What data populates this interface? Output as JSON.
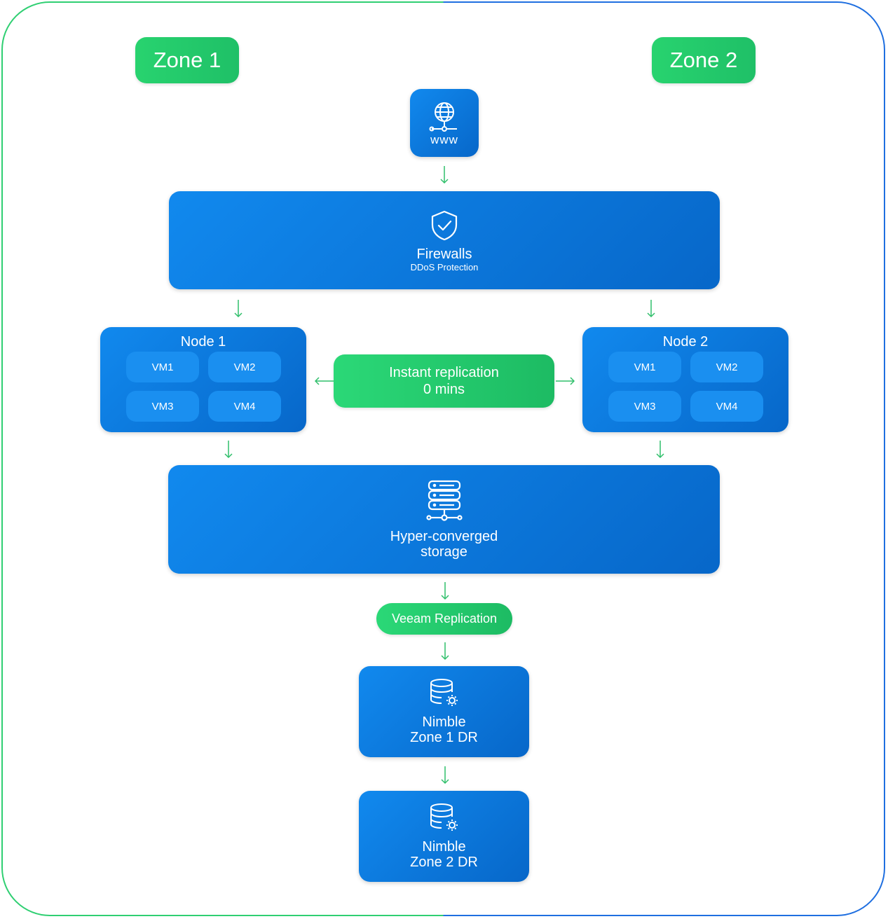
{
  "zones": {
    "zone1": "Zone 1",
    "zone2": "Zone 2"
  },
  "www": {
    "label": "www",
    "icon": "globe-network-icon"
  },
  "firewall": {
    "title": "Firewalls",
    "subtitle": "DDoS Protection",
    "icon": "shield-check-icon"
  },
  "node1": {
    "title": "Node 1",
    "vms": [
      "VM1",
      "VM2",
      "VM3",
      "VM4"
    ]
  },
  "node2": {
    "title": "Node 2",
    "vms": [
      "VM1",
      "VM2",
      "VM3",
      "VM4"
    ]
  },
  "replication": {
    "line1": "Instant replication",
    "line2": "0 mins"
  },
  "storage": {
    "line1": "Hyper-converged",
    "line2": "storage",
    "icon": "server-stack-icon"
  },
  "veeam": {
    "label": "Veeam Replication"
  },
  "nimble1": {
    "line1": "Nimble",
    "line2": "Zone 1 DR",
    "icon": "database-gear-icon"
  },
  "nimble2": {
    "line1": "Nimble",
    "line2": "Zone 2 DR",
    "icon": "database-gear-icon"
  },
  "colors": {
    "green": "#28d36f",
    "blue": "#0a74dc",
    "arrow": "#2fbf6a",
    "border_blue": "#1e6fd9"
  }
}
